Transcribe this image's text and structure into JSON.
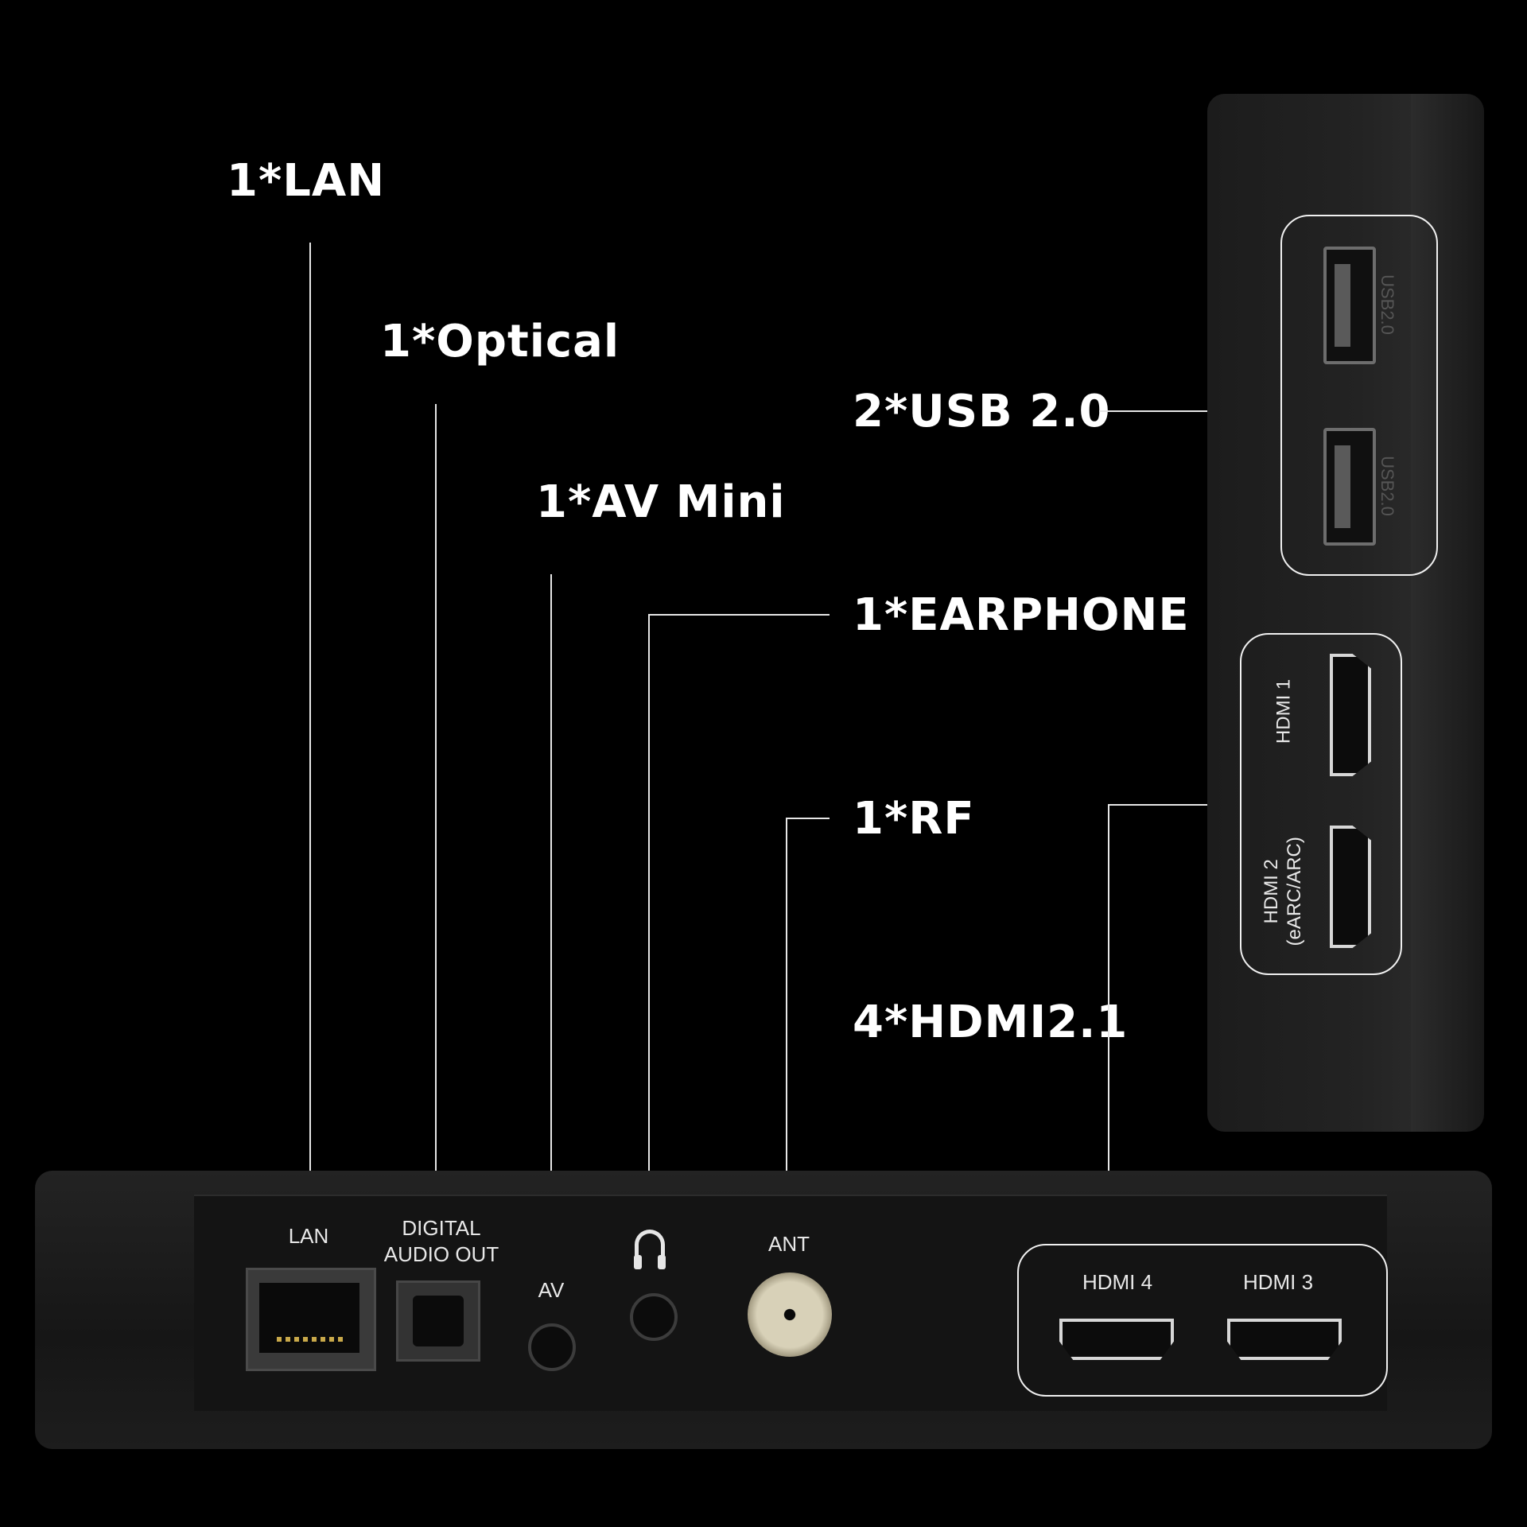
{
  "callouts": {
    "lan": "1*LAN",
    "optical": "1*Optical",
    "av_mini": "1*AV Mini",
    "usb": "2*USB 2.0",
    "earphone": "1*EARPHONE",
    "rf": "1*RF",
    "hdmi": "4*HDMI2.1"
  },
  "rear_panel": {
    "lan": "LAN",
    "digital_audio_out_line1": "DIGITAL",
    "digital_audio_out_line2": "AUDIO OUT",
    "av": "AV",
    "ant": "ANT",
    "hdmi4": "HDMI 4",
    "hdmi3": "HDMI 3"
  },
  "side_panel": {
    "hdmi1": "HDMI 1",
    "hdmi2_line1": "HDMI 2",
    "hdmi2_line2": "(eARC/ARC)",
    "usb_tag_1": "USB2.0",
    "usb_tag_2": "USB2.0"
  },
  "icons": [
    "rj45-port-icon",
    "optical-port-icon",
    "av-jack-icon",
    "headphone-icon",
    "coax-port-icon",
    "hdmi-port-icon",
    "usb-port-icon"
  ]
}
